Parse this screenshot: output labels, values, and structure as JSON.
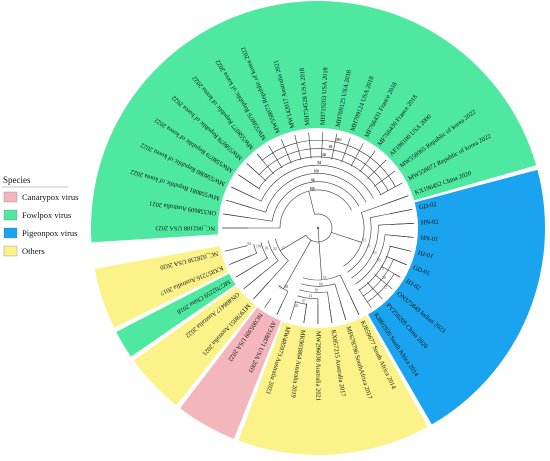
{
  "legend": {
    "title": "Species",
    "items": [
      {
        "label": "Canarypox virus",
        "color": "#f4b6bd"
      },
      {
        "label": "Fowlpox virus",
        "color": "#4ee8a0"
      },
      {
        "label": "Pigeonpox virus",
        "color": "#1aa3ee"
      },
      {
        "label": "Others",
        "color": "#fbf38a"
      }
    ]
  },
  "taxa": [
    {
      "label": "NC_002188 USA 2023",
      "group": "fowl"
    },
    {
      "label": "OK558609 Australia 2021",
      "group": "fowl"
    },
    {
      "label": "MW558081 Republic of korea 2022",
      "group": "fowl"
    },
    {
      "label": "MW558080 Republic of korea 2022",
      "group": "fowl"
    },
    {
      "label": "MW558079 Republic of korea 2022",
      "group": "fowl"
    },
    {
      "label": "MW558078 Republic of korea 2022",
      "group": "fowl"
    },
    {
      "label": "MW558077 Republic of korea 2022",
      "group": "fowl"
    },
    {
      "label": "MW558076 Republic of korea 2022",
      "group": "fowl"
    },
    {
      "label": "MW558073 Republic of korea 2022",
      "group": "fowl"
    },
    {
      "label": "MW142017 Australia 2021",
      "group": "fowl"
    },
    {
      "label": "MH734528 USA 2018",
      "group": "fowl"
    },
    {
      "label": "MH719203 USA 2018",
      "group": "fowl"
    },
    {
      "label": "MH709125 USA 2018",
      "group": "fowl"
    },
    {
      "label": "MH709124 USA 2018",
      "group": "fowl"
    },
    {
      "label": "MF766431 France 2018",
      "group": "fowl"
    },
    {
      "label": "MF766430 France 2018",
      "group": "fowl"
    },
    {
      "label": "AF198100 USA 2000",
      "group": "fowl"
    },
    {
      "label": "MW558065 Republic of korea 2022",
      "group": "fowl"
    },
    {
      "label": "MW558072 Republic of korea 2022",
      "group": "fowl"
    },
    {
      "label": "KX196452 China 2020",
      "group": "fowl"
    },
    {
      "label": "GD-02",
      "group": "pigeon"
    },
    {
      "label": "HN-02",
      "group": "pigeon"
    },
    {
      "label": "HN-01",
      "group": "pigeon"
    },
    {
      "label": "HJ-01",
      "group": "pigeon"
    },
    {
      "label": "GD-01",
      "group": "pigeon"
    },
    {
      "label": "HJ-02",
      "group": "pigeon"
    },
    {
      "label": "ON375849 Indian 2023",
      "group": "pigeon"
    },
    {
      "label": "PV250209 China 2026",
      "group": "pigeon"
    },
    {
      "label": "KJ801920 South Africa 2014",
      "group": "pigeon"
    },
    {
      "label": "KJ859677 South Africa 2014",
      "group": "other"
    },
    {
      "label": "MF678796 SouthAfrica 2017",
      "group": "other"
    },
    {
      "label": "KX857215 Australia 2017",
      "group": "other"
    },
    {
      "label": "MW296038 Australia 2021",
      "group": "other"
    },
    {
      "label": "MK903864 Australia 2019",
      "group": "other"
    },
    {
      "label": "MW485973 Australia 2023",
      "group": "other"
    },
    {
      "label": "AY318871 USA 2003",
      "group": "canary"
    },
    {
      "label": "NC005309 USA 2022",
      "group": "canary"
    },
    {
      "label": "MT978051 Australia 2021",
      "group": "other"
    },
    {
      "label": "ON408417 Australia 2022",
      "group": "other"
    },
    {
      "label": "MG702259 China 2018",
      "group": "fowl"
    },
    {
      "label": "KX857216 Australia 2017",
      "group": "other"
    },
    {
      "label": "NC_028238 USA 2020",
      "group": "other"
    }
  ],
  "bootstrap_values": [
    "100",
    "98",
    "100",
    "52",
    "30",
    "43",
    "100",
    "15",
    "9",
    "10",
    "50",
    "73",
    "30",
    "12",
    "55",
    "66",
    "19",
    "12",
    "97",
    "45",
    "88",
    "73",
    "17",
    "32",
    "10",
    "100",
    "92",
    "50",
    "61",
    "100",
    "94",
    "62",
    "19",
    "86"
  ]
}
